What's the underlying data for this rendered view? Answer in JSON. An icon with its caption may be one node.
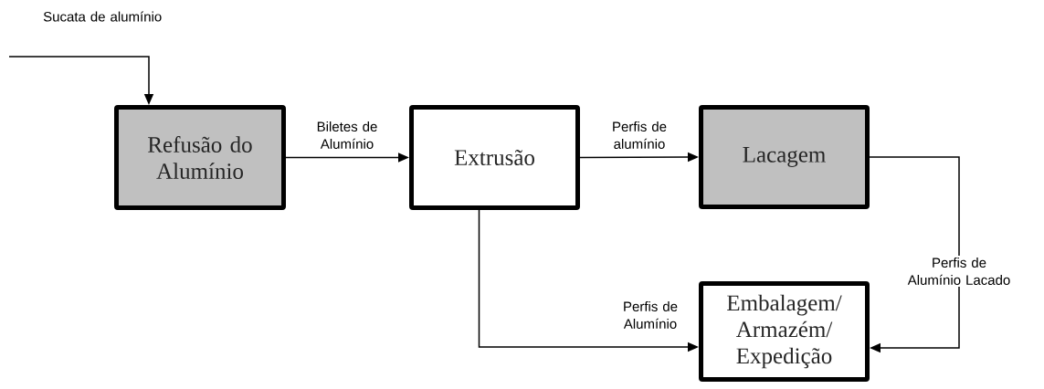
{
  "diagram": {
    "nodes": [
      {
        "text": [
          "Refusão do Alumínio"
        ]
      },
      {
        "text": [
          "Extrusão"
        ]
      },
      {
        "text": [
          "Lacagem"
        ]
      },
      {
        "text": [
          "Embalagem/ Armazém/ Expedição"
        ]
      }
    ],
    "edges": [
      {
        "from": null,
        "to": 0,
        "arrow": "to",
        "label": "Sucata de alumínio"
      },
      {
        "from": 0,
        "to": 1,
        "arrow": "to",
        "label": "Biletes de Alumínio"
      },
      {
        "from": 1,
        "to": 2,
        "arrow": "to",
        "label": "Perfis de alumínio"
      },
      {
        "from": 1,
        "to": 3,
        "arrow": "to",
        "label": "Perfis de Alumínio"
      },
      {
        "from": 2,
        "to": 3,
        "arrow": "to",
        "label": "Perfis de Alumínio Lacado"
      }
    ]
  }
}
